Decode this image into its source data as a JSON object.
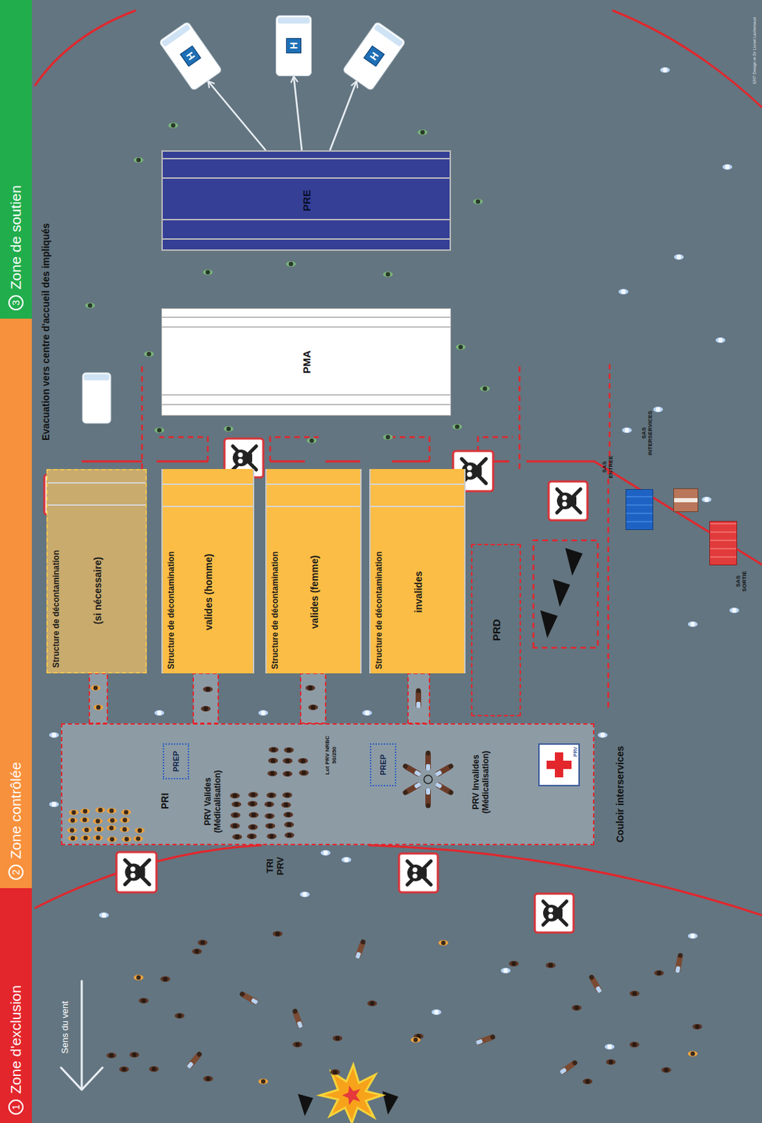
{
  "diagram": {
    "nodes": [
      {
        "text": [
          "1",
          "Zone d'exclusion"
        ]
      },
      {
        "text": [
          "2",
          "Zone contrôlée"
        ]
      },
      {
        "text": [
          "3",
          "Zone de soutien"
        ]
      },
      {
        "text": [
          "PRI",
          "PRV Valides (Médicalisation)",
          "Lot PRV NRBC 50/250",
          "PRV Invalides (Médicalisation)"
        ]
      },
      {
        "text": [
          "PREP"
        ],
        "in": 3
      },
      {
        "text": [
          "PREP"
        ],
        "in": 3
      },
      {
        "text": [
          "PRV"
        ],
        "in": 3
      },
      {
        "text": [
          "Structure de décontamination",
          "(si nécessaire)"
        ]
      },
      {
        "text": [
          "Structure de décontamination",
          "valides (homme)"
        ]
      },
      {
        "text": [
          "Structure de décontamination",
          "valides (femme)"
        ]
      },
      {
        "text": [
          "Structure de décontamination",
          "invalides"
        ]
      },
      {
        "text": [
          "PRD"
        ]
      },
      {
        "text": [
          "PMA"
        ]
      },
      {
        "text": [
          "PRE"
        ]
      },
      {
        "text": [
          "H"
        ]
      },
      {
        "text": [
          "H"
        ]
      },
      {
        "text": [
          "H"
        ]
      },
      {
        "text": [
          "SAS ENTREE"
        ]
      },
      {
        "text": [
          "SAS INTERSERVICES"
        ]
      },
      {
        "text": [
          "SAS SORTIE"
        ]
      }
    ],
    "edges": [
      {
        "from": 13,
        "to": 14,
        "arrow": "to"
      },
      {
        "from": 13,
        "to": 15,
        "arrow": "to"
      },
      {
        "from": 13,
        "to": 16,
        "arrow": "to"
      }
    ],
    "labels": [
      "TRI PRV",
      "Couloir interservices",
      "Sens du vent",
      "Evacuation vers centre d'accueil des impliqués",
      "ENT Design et Dr Lionel Lachenaud"
    ]
  }
}
